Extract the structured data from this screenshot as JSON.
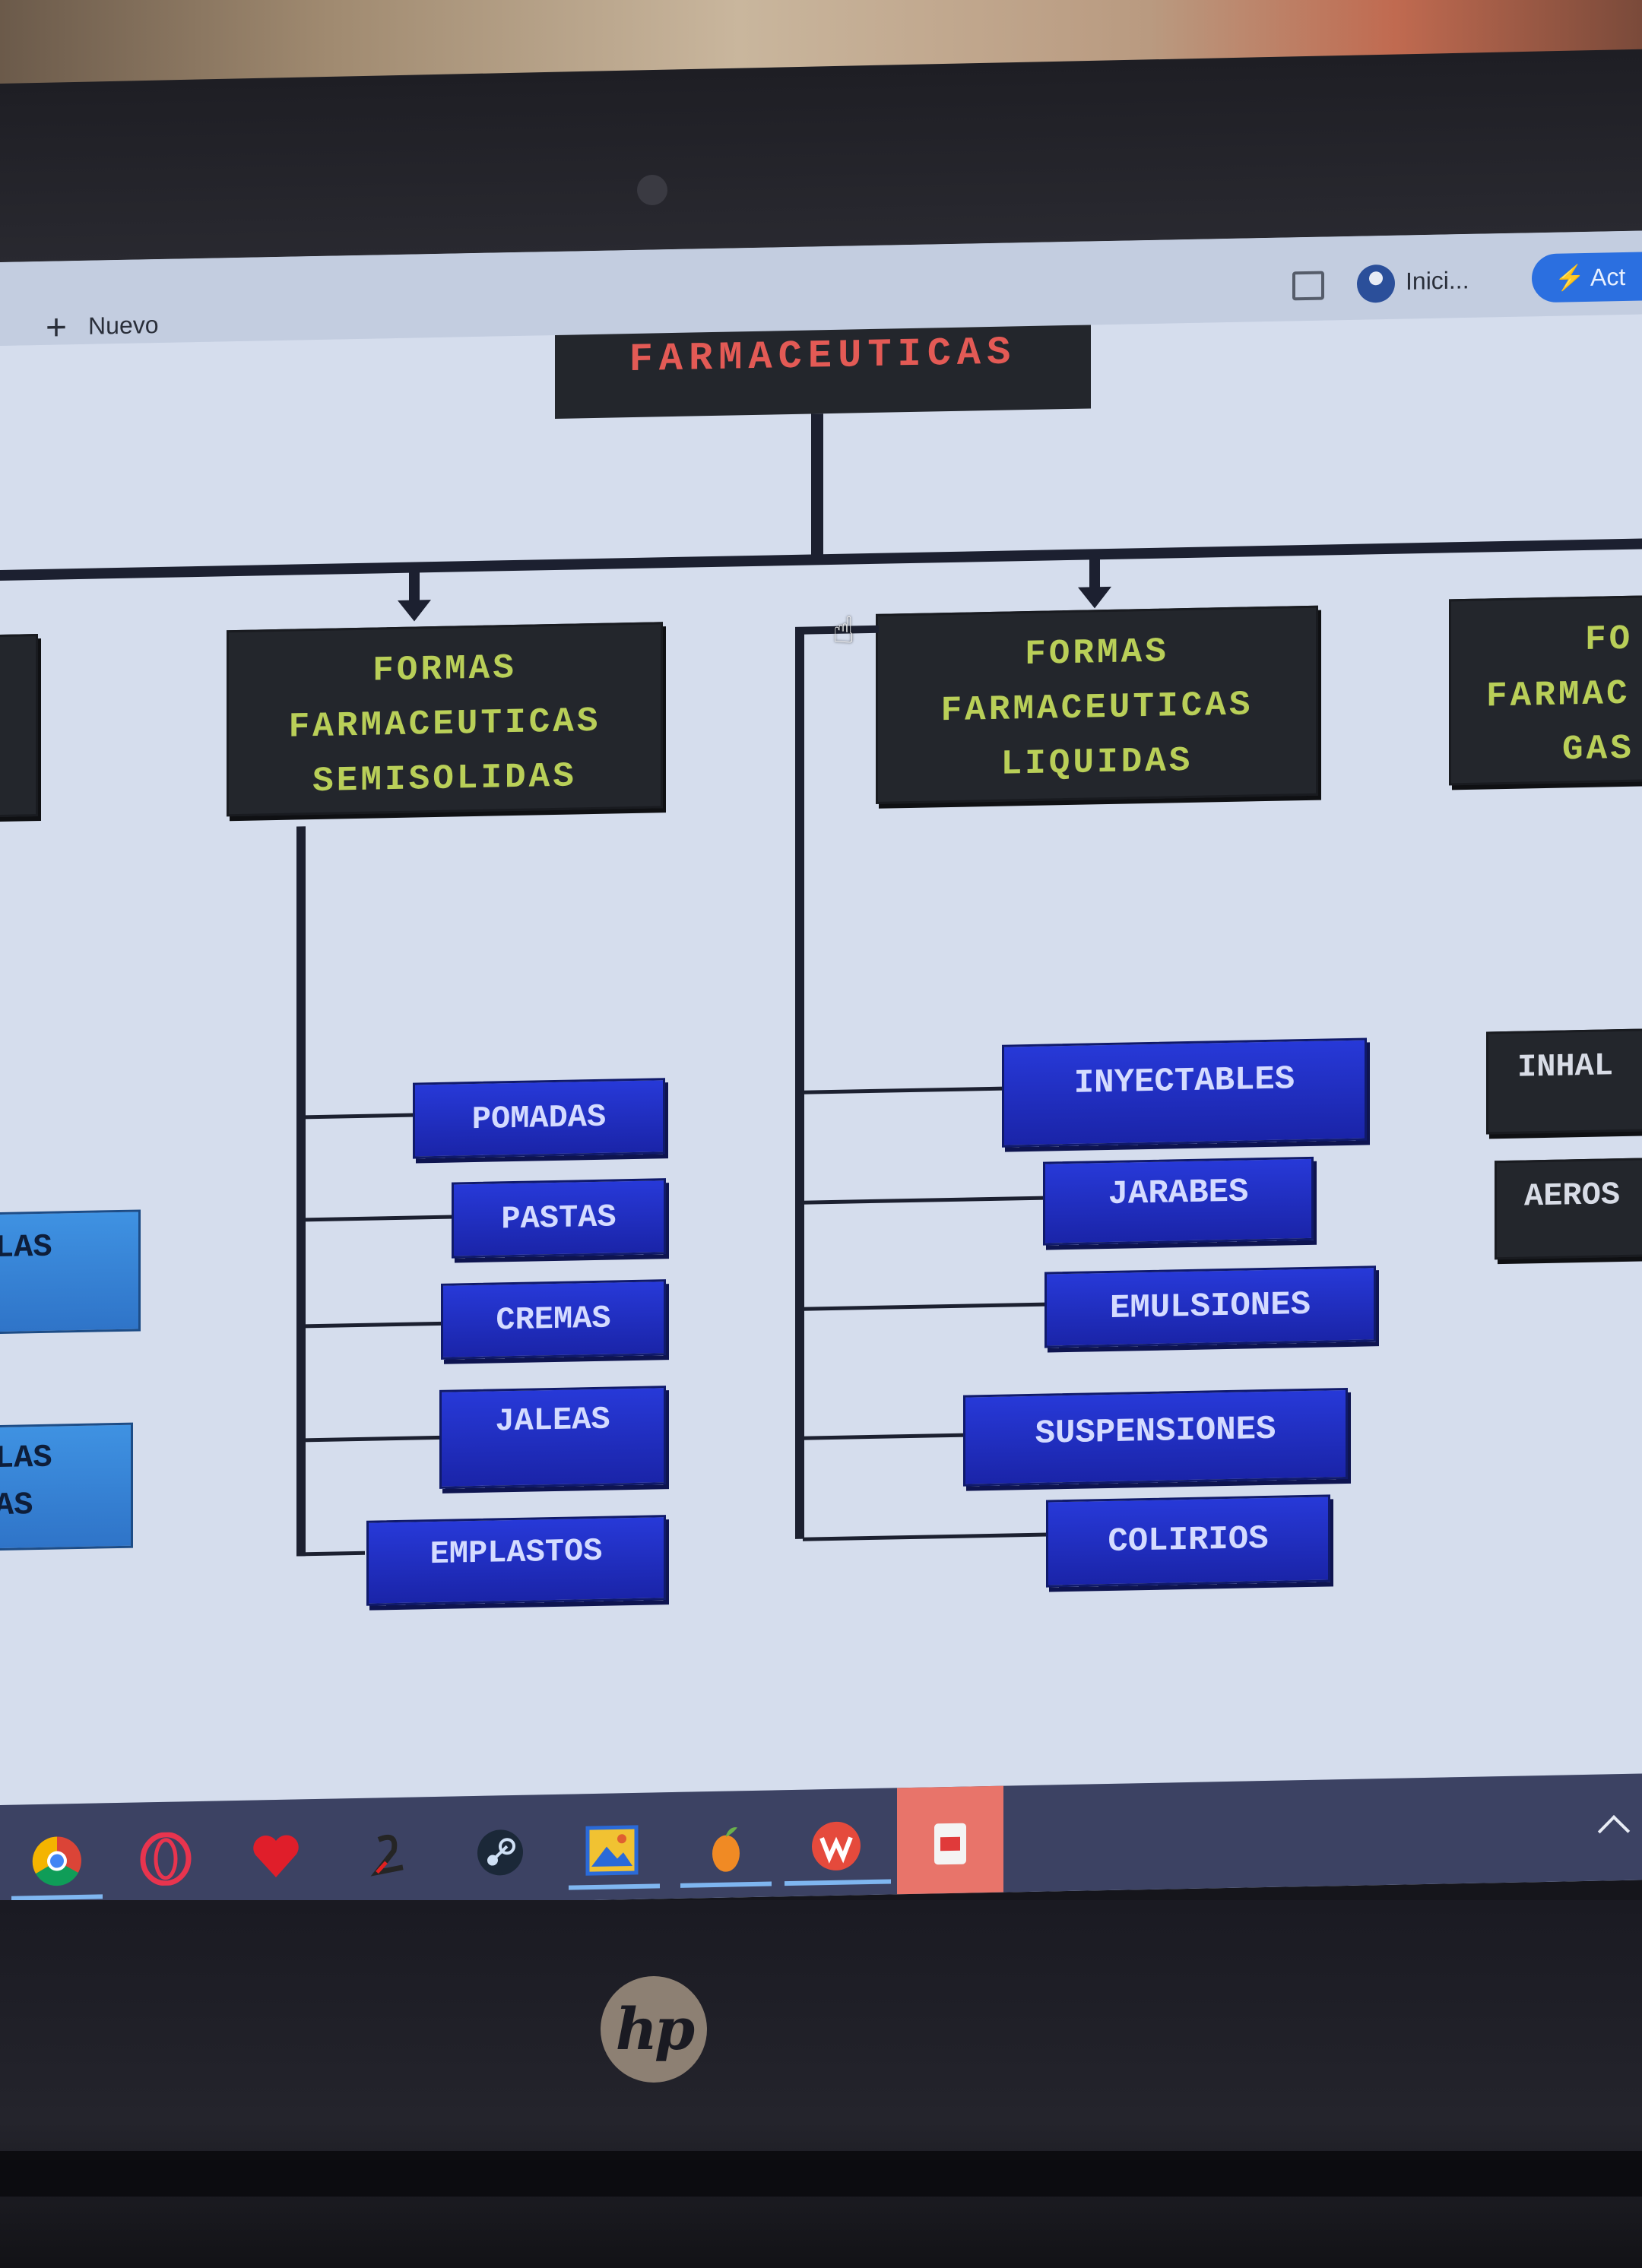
{
  "browser": {
    "new_tab_label": "Nuevo",
    "profile_label": "Inici...",
    "action_label": "Act"
  },
  "diagram": {
    "title": "FARMACEUTICAS",
    "left_partial": [
      "LAS",
      "LAS",
      "AS"
    ],
    "semisolidas": {
      "header": [
        "FORMAS",
        "FARMACEUTICAS",
        "SEMISOLIDAS"
      ],
      "items": [
        "POMADAS",
        "PASTAS",
        "CREMAS",
        "JALEAS",
        "EMPLASTOS"
      ]
    },
    "liquidas": {
      "header": [
        "FORMAS",
        "FARMACEUTICAS",
        "LIQUIDAS"
      ],
      "items": [
        "INYECTABLES",
        "JARABES",
        "EMULSIONES",
        "SUSPENSIONES",
        "COLIRIOS"
      ]
    },
    "gaseosas_partial": {
      "header": [
        "FO",
        "FARMAC",
        "GAS"
      ],
      "items": [
        "INHAL",
        "AEROS"
      ]
    }
  },
  "colors": {
    "dark_box": "#23262c",
    "header_text": "#b9cf58",
    "item_blue": "#2739d8",
    "title_text": "#e35a55"
  },
  "taskbar": {
    "icons": [
      "chrome-icon",
      "opera-icon",
      "heart-app-icon",
      "pen-app-icon",
      "steam-icon",
      "image-app-icon",
      "fl-studio-icon",
      "wps-office-icon",
      "pdf-app-icon"
    ]
  },
  "device": {
    "brand": "hp"
  }
}
